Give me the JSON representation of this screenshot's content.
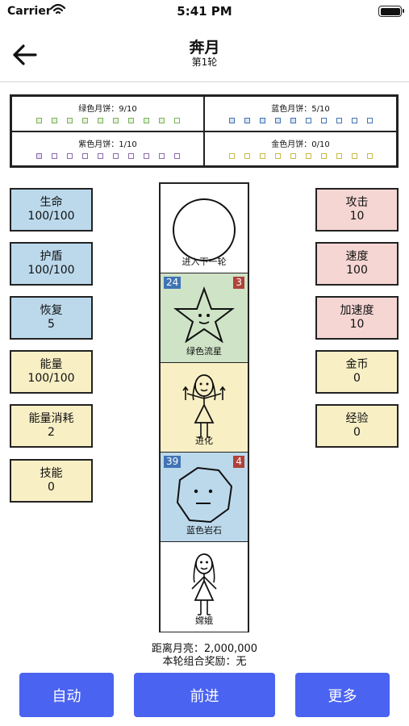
{
  "status_bar": {
    "carrier": "Carrier",
    "time": "5:41 PM"
  },
  "header": {
    "title": "奔月",
    "subtitle": "第1轮"
  },
  "mooncakes": [
    {
      "label": "绿色月饼：9/10",
      "filled": 9,
      "total": 10,
      "color": "#7bb35a"
    },
    {
      "label": "蓝色月饼：5/10",
      "filled": 5,
      "total": 10,
      "color": "#3f74b5"
    },
    {
      "label": "紫色月饼：1/10",
      "filled": 1,
      "total": 10,
      "color": "#8a6ab0"
    },
    {
      "label": "金色月饼：0/10",
      "filled": 0,
      "total": 10,
      "color": "#c8b94a"
    }
  ],
  "left_stats": [
    {
      "name": "生命",
      "value": "100/100"
    },
    {
      "name": "护盾",
      "value": "100/100"
    },
    {
      "name": "恢复",
      "value": "5"
    },
    {
      "name": "能量",
      "value": "100/100"
    },
    {
      "name": "能量消耗",
      "value": "2"
    },
    {
      "name": "技能",
      "value": "0"
    }
  ],
  "right_stats": [
    {
      "name": "攻击",
      "value": "10"
    },
    {
      "name": "速度",
      "value": "100"
    },
    {
      "name": "加速度",
      "value": "10"
    },
    {
      "name": "金币",
      "value": "0"
    },
    {
      "name": "经验",
      "value": "0"
    }
  ],
  "track": [
    {
      "label": "进入下一轮",
      "icon": "moon-circle-icon",
      "bg": "#ffffff"
    },
    {
      "label": "绿色流星",
      "icon": "star-face-icon",
      "bg": "#cfe3c7",
      "badge_left": "24",
      "badge_right": "3"
    },
    {
      "label": "进化",
      "icon": "stick-girl-icon",
      "bg": "#f8efc5"
    },
    {
      "label": "蓝色岩石",
      "icon": "rock-face-icon",
      "bg": "#bcd9ec",
      "badge_left": "39",
      "badge_right": "4"
    },
    {
      "label": "嫦娥",
      "icon": "change-girl-icon",
      "bg": "#ffffff"
    }
  ],
  "footer": {
    "distance": "距离月亮：2,000,000",
    "combo": "本轮组合奖励：无"
  },
  "buttons": {
    "auto": "自动",
    "forward": "前进",
    "more": "更多"
  }
}
